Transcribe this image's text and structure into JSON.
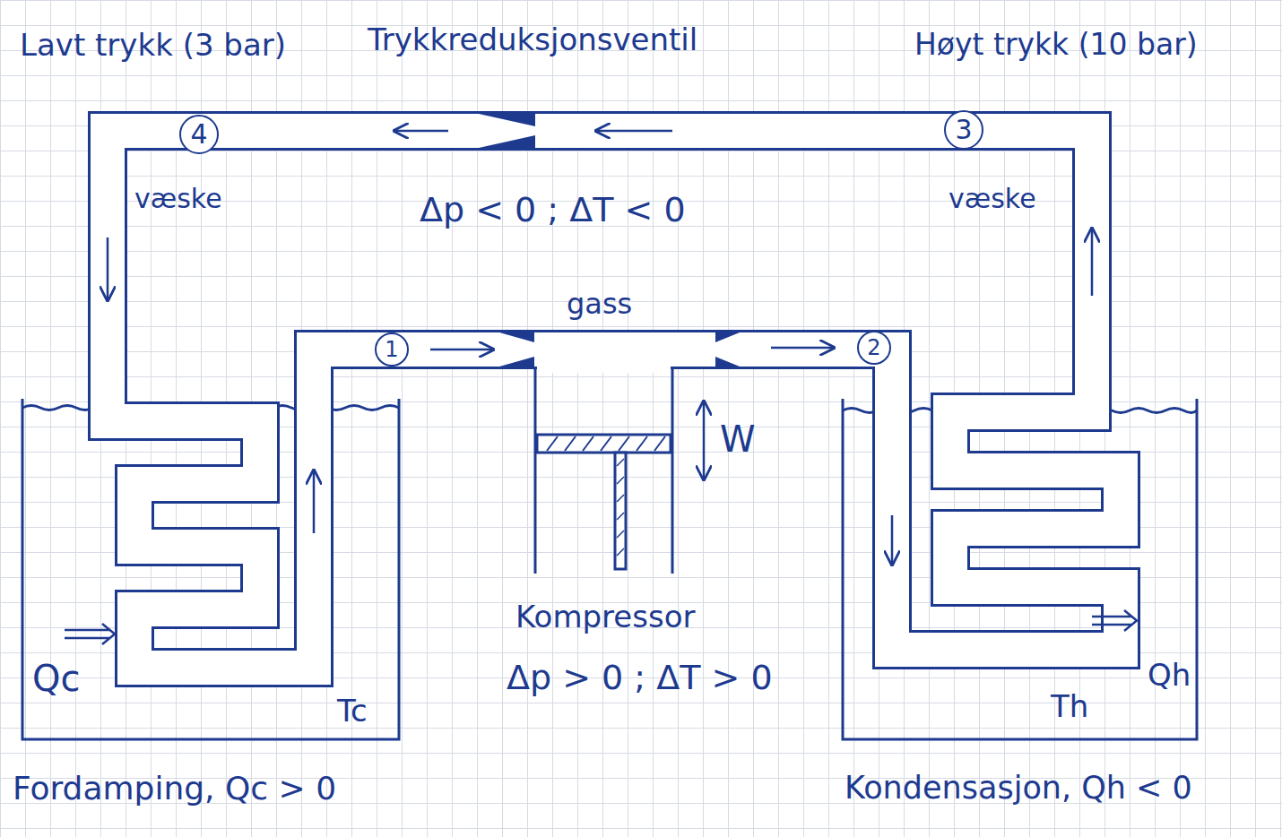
{
  "diagram": {
    "nodes": [
      {
        "text": [
          "4"
        ]
      },
      {
        "text": [
          "3"
        ]
      },
      {
        "text": [
          "1"
        ]
      },
      {
        "text": [
          "2"
        ]
      }
    ],
    "labels": [
      "Lavt trykk (3 bar)",
      "Trykkreduksjonsventil",
      "Høyt trykk (10 bar)",
      "væske",
      "væske",
      "Δp < 0 ; ΔT < 0",
      "gass",
      "W",
      "Kompressor",
      "Δp > 0 ; ΔT > 0",
      "Qc",
      "Tc",
      "Qh",
      "Th",
      "Fordamping, Qc > 0",
      "Kondensasjon, Qh < 0"
    ]
  }
}
